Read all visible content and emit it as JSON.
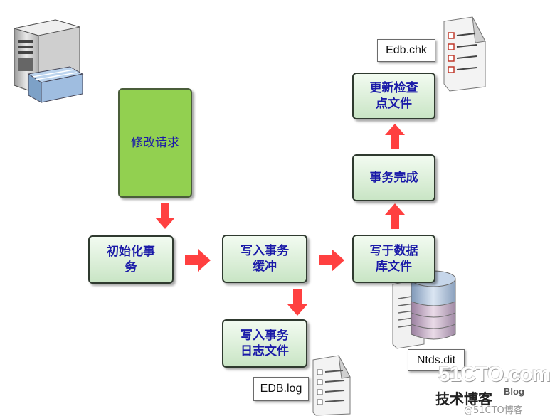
{
  "nodes": {
    "request": "修改请求",
    "init": [
      "初始化事",
      "务"
    ],
    "buffer": [
      "写入事务",
      "缓冲"
    ],
    "log": [
      "写入事务",
      "日志文件"
    ],
    "write_db": [
      "写于数据",
      "库文件"
    ],
    "complete": "事务完成",
    "checkpoint": [
      "更新检查",
      "点文件"
    ]
  },
  "files": {
    "chk": "Edb.chk",
    "log": "EDB.log",
    "dit": "Ntds.dit"
  },
  "watermark": {
    "site": "51CTO.com",
    "cn": "技术博客",
    "blog": "Blog",
    "handle": "@51CTO博客"
  },
  "colors": {
    "arrow": "#ff4040",
    "node_text": "#1a1aa8",
    "request_fill": "#92d050"
  }
}
